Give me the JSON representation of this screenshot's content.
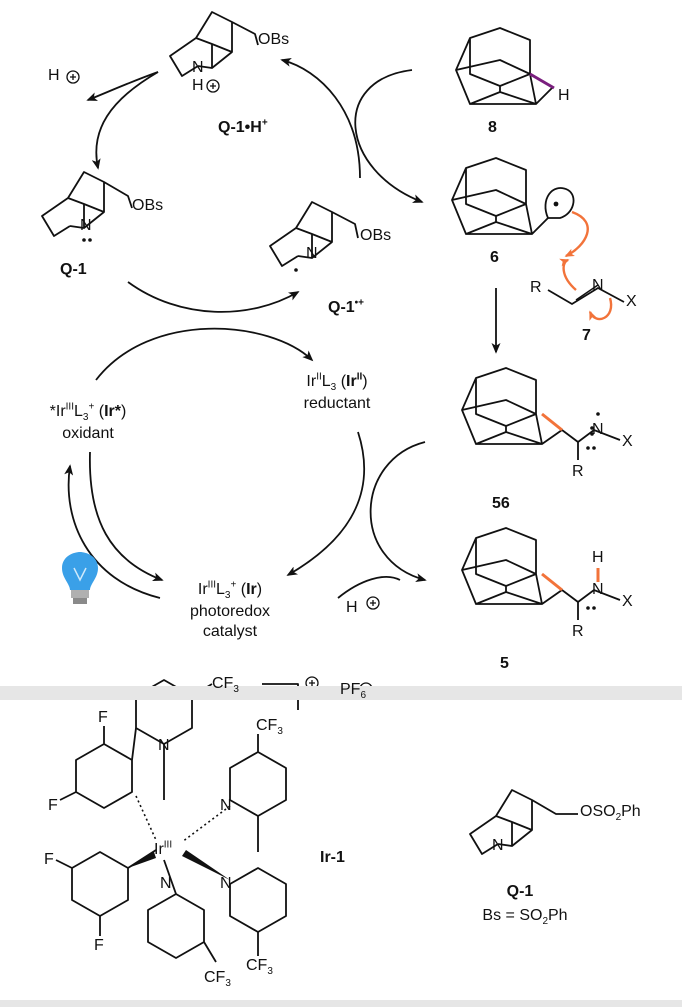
{
  "colors": {
    "bond": "#111111",
    "accent": "#f2733a",
    "highlight_bond": "#7a1f7e",
    "bulb": "#3aa0e8",
    "divider": "#e6e6e6"
  },
  "icons": [
    "lightbulb-icon",
    "plus-circle-icon",
    "minus-circle-icon"
  ],
  "top": {
    "h_plus": "H",
    "q1h_label": "Q-1•H",
    "q1h_plus": "+",
    "obs": "OBs",
    "n": "N",
    "h": "H",
    "q1": "Q-1",
    "q1_radical_sup": "•+",
    "adamantane_h": "H",
    "c8": "8",
    "c6": "6",
    "c7": "7",
    "c56": "56",
    "c5": "5",
    "r": "R",
    "x": "X",
    "ir_excited": {
      "pre": "*Ir",
      "ox": "III",
      "l": "L",
      "three": "3",
      "charge": "+",
      "paren_open": "(",
      "abbr": "Ir*",
      "paren_close": ")",
      "role": "oxidant"
    },
    "ir_reduced": {
      "pre": "Ir",
      "ox": "II",
      "l": "L",
      "three": "3",
      "paren_open": "(",
      "abbr": "Ir",
      "abbr_sup": "II",
      "paren_close": ")",
      "role": "reductant"
    },
    "ir_ground": {
      "pre": "Ir",
      "ox": "III",
      "l": "L",
      "three": "3",
      "charge": "+",
      "paren_open": "(",
      "abbr": "Ir",
      "paren_close": ")",
      "role1": "photoredox",
      "role2": "catalyst"
    }
  },
  "bottom": {
    "cf3": "CF",
    "three": "3",
    "pf6": "PF",
    "six": "6",
    "f": "F",
    "ir_center": "Ir",
    "ir_center_ox": "III",
    "ir1": "Ir-1",
    "q1": "Q-1",
    "oso2ph_pre": "OSO",
    "oso2ph_two": "2",
    "oso2ph_post": "Ph",
    "bs_def_pre": "Bs = SO",
    "bs_def_two": "2",
    "bs_def_post": "Ph"
  }
}
